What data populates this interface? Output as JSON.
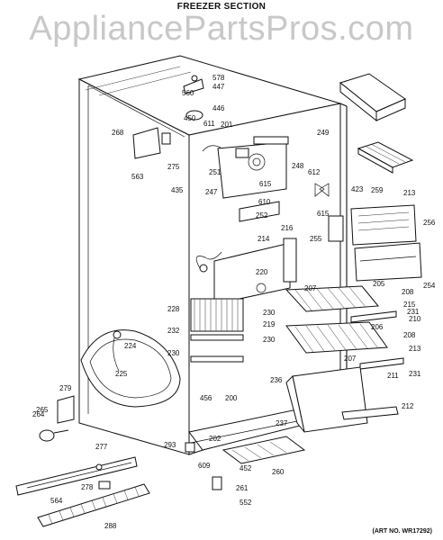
{
  "header": {
    "section_title": "FREEZER SECTION",
    "watermark": "AppliancePartsPros.com"
  },
  "footer": {
    "art_number": "(ART NO. WR17292)"
  },
  "callouts": [
    "578",
    "447",
    "560",
    "446",
    "450",
    "611",
    "201",
    "268",
    "249",
    "275",
    "248",
    "251",
    "612",
    "563",
    "435",
    "247",
    "610",
    "615",
    "423",
    "259",
    "213",
    "615",
    "252",
    "255",
    "256",
    "214",
    "216",
    "254",
    "220",
    "205",
    "207",
    "208",
    "215",
    "228",
    "230",
    "210",
    "231",
    "232",
    "219",
    "206",
    "208",
    "230",
    "213",
    "207",
    "231",
    "224",
    "230",
    "211",
    "225",
    "236",
    "212",
    "279",
    "456",
    "200",
    "264",
    "265",
    "237",
    "293",
    "202",
    "260",
    "277",
    "609",
    "452",
    "278",
    "261",
    "564",
    "552",
    "288"
  ]
}
